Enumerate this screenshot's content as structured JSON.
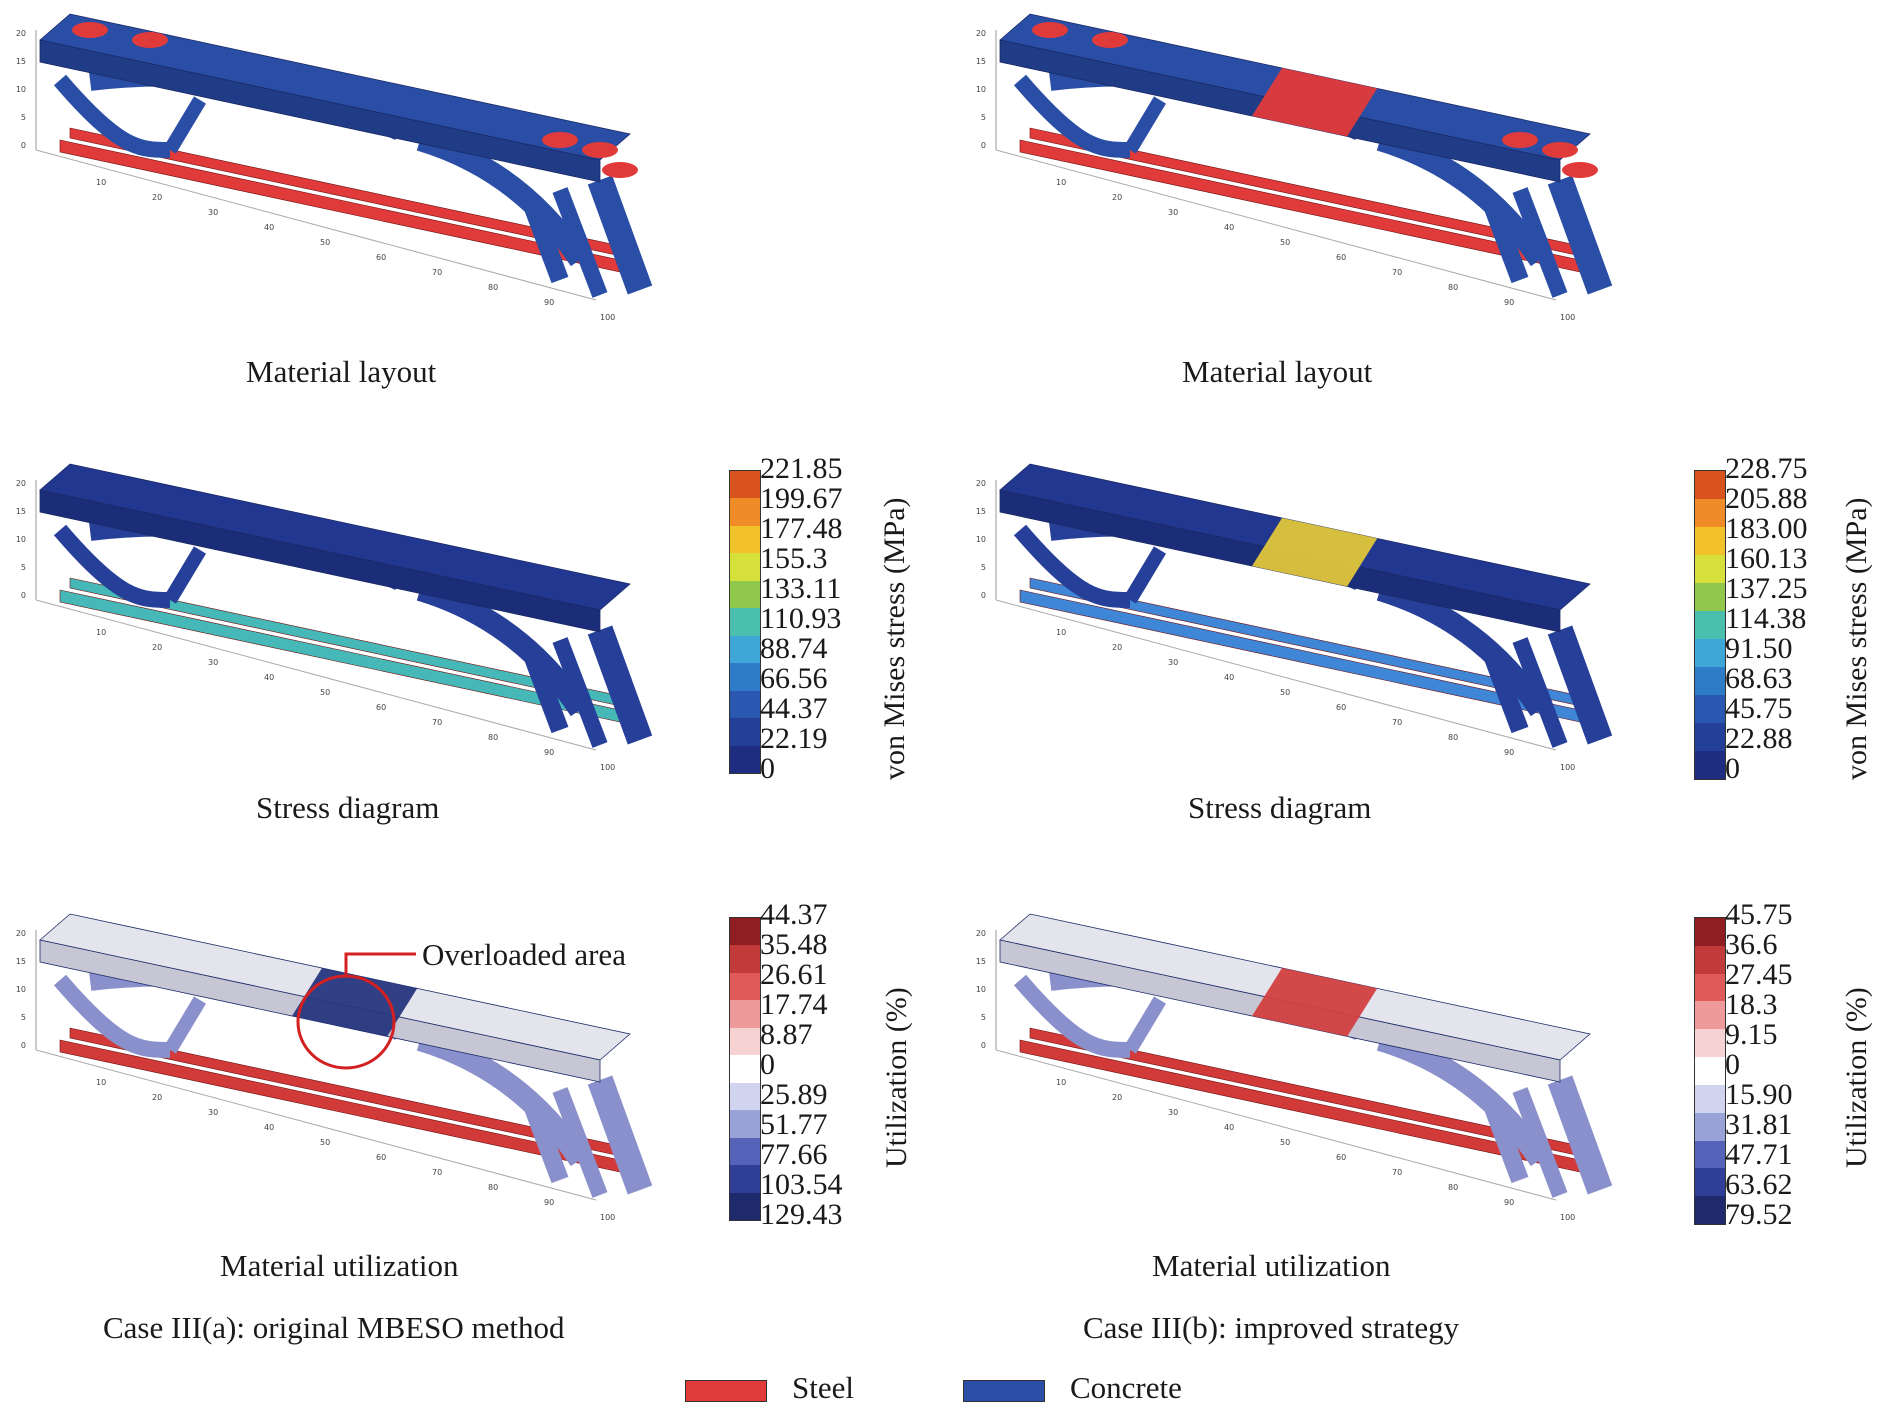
{
  "panels": {
    "a_layout": {
      "caption": "Material layout"
    },
    "b_layout": {
      "caption": "Material layout"
    },
    "a_stress": {
      "caption": "Stress diagram"
    },
    "b_stress": {
      "caption": "Stress diagram"
    },
    "a_util": {
      "caption": "Material utilization"
    },
    "b_util": {
      "caption": "Material utilization"
    }
  },
  "colorbars": {
    "a_stress": {
      "title": "von Mises stress (MPa)",
      "ticks": [
        "221.85",
        "199.67",
        "177.48",
        "155.3",
        "133.11",
        "110.93",
        "88.74",
        "66.56",
        "44.37",
        "22.19",
        "0"
      ]
    },
    "b_stress": {
      "title": "von Mises stress (MPa)",
      "ticks": [
        "228.75",
        "205.88",
        "183.00",
        "160.13",
        "137.25",
        "114.38",
        "91.50",
        "68.63",
        "45.75",
        "22.88",
        "0"
      ]
    },
    "a_util": {
      "title": "Utilization (%)",
      "ticks": [
        "44.37",
        "35.48",
        "26.61",
        "17.74",
        "8.87",
        "0",
        "25.89",
        "51.77",
        "77.66",
        "103.54",
        "129.43"
      ]
    },
    "b_util": {
      "title": "Utilization (%)",
      "ticks": [
        "45.75",
        "36.6",
        "27.45",
        "18.3",
        "9.15",
        "0",
        "15.90",
        "31.81",
        "47.71",
        "63.62",
        "79.52"
      ]
    }
  },
  "annotation": {
    "overloaded": "Overloaded area"
  },
  "cases": {
    "a": "Case III(a): original MBESO method",
    "b": "Case III(b): improved strategy"
  },
  "legend": {
    "steel": {
      "label": "Steel",
      "color": "#e03a3a"
    },
    "concrete": {
      "label": "Concrete",
      "color": "#2a4ea6"
    }
  },
  "axis_ticks": {
    "z": [
      "20",
      "15",
      "10",
      "5",
      "0"
    ],
    "x": [
      "10",
      "20",
      "30",
      "40",
      "50",
      "60",
      "70",
      "80",
      "90",
      "100"
    ]
  },
  "colors": {
    "stress_scale": [
      "#d9531e",
      "#f08c28",
      "#f2c22a",
      "#d6e03a",
      "#8fc84a",
      "#4bbfae",
      "#3fa6d8",
      "#2e7cc8",
      "#2a57b0",
      "#243f98",
      "#1f2d80"
    ],
    "util_scale": [
      "#8e1e22",
      "#c23a3a",
      "#e05a5a",
      "#ee9a9a",
      "#f6d2d2",
      "#ffffff",
      "#d0d4ee",
      "#9aa3d8",
      "#5564b8",
      "#2f3f98",
      "#1e2a6c"
    ]
  }
}
